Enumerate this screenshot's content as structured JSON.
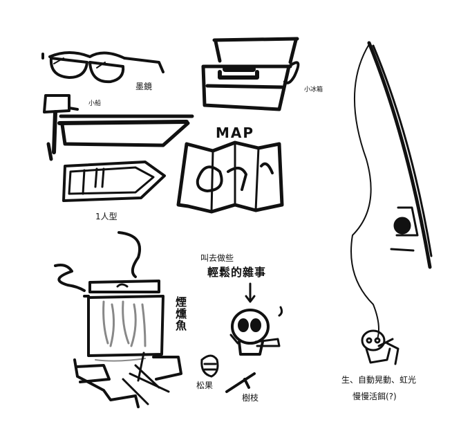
{
  "labels": {
    "sunglasses": "墨鏡",
    "cooler": "小冰箱",
    "small_boat": "小船",
    "one_person_boat": "1人型",
    "map": "MAP",
    "smoked_fish": "煙燻魚",
    "pinecone": "松果",
    "branch": "樹枝",
    "chore_line1": "叫去做些",
    "chore_line2": "輕鬆的雜事",
    "rainbow_line1": "生、自動晃動、虹光",
    "rainbow_line2": "慢慢活餌(?)"
  },
  "colors": {
    "ink": "#111111",
    "gray": "#888888",
    "paper": "#ffffff"
  }
}
